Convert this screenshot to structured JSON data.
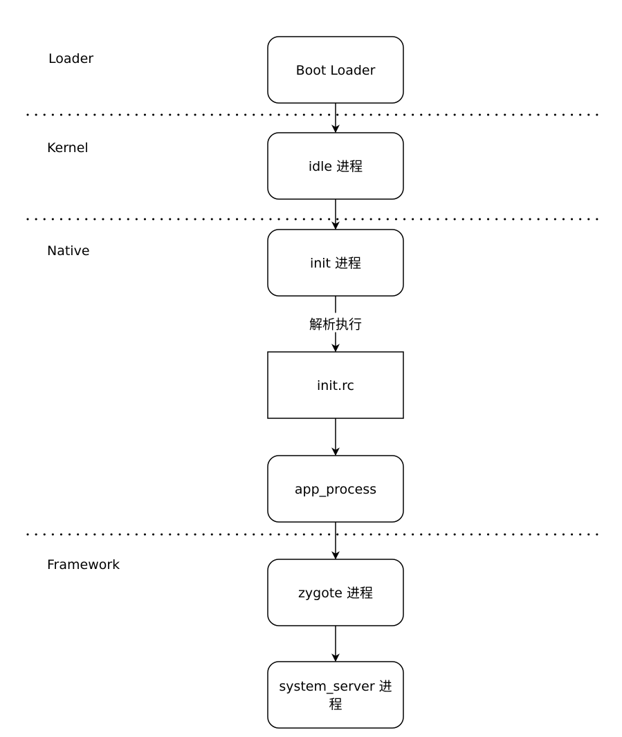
{
  "layers": [
    {
      "label": "Loader"
    },
    {
      "label": "Kernel"
    },
    {
      "label": "Native"
    },
    {
      "label": "Framework"
    }
  ],
  "nodes": [
    {
      "id": "boot-loader",
      "lines": [
        "Boot Loader"
      ]
    },
    {
      "id": "idle",
      "lines": [
        "idle 进程"
      ]
    },
    {
      "id": "init",
      "lines": [
        "init 进程"
      ]
    },
    {
      "id": "init-rc",
      "lines": [
        "init.rc"
      ]
    },
    {
      "id": "app-process",
      "lines": [
        "app_process"
      ]
    },
    {
      "id": "zygote",
      "lines": [
        "zygote 进程"
      ]
    },
    {
      "id": "system-server",
      "lines": [
        "system_server 进",
        "程"
      ]
    }
  ],
  "edges": [
    {
      "from": "boot-loader",
      "to": "idle",
      "label": ""
    },
    {
      "from": "idle",
      "to": "init",
      "label": ""
    },
    {
      "from": "init",
      "to": "init-rc",
      "label": "解析执行"
    },
    {
      "from": "init-rc",
      "to": "app-process",
      "label": ""
    },
    {
      "from": "app-process",
      "to": "zygote",
      "label": ""
    },
    {
      "from": "zygote",
      "to": "system-server",
      "label": ""
    }
  ]
}
